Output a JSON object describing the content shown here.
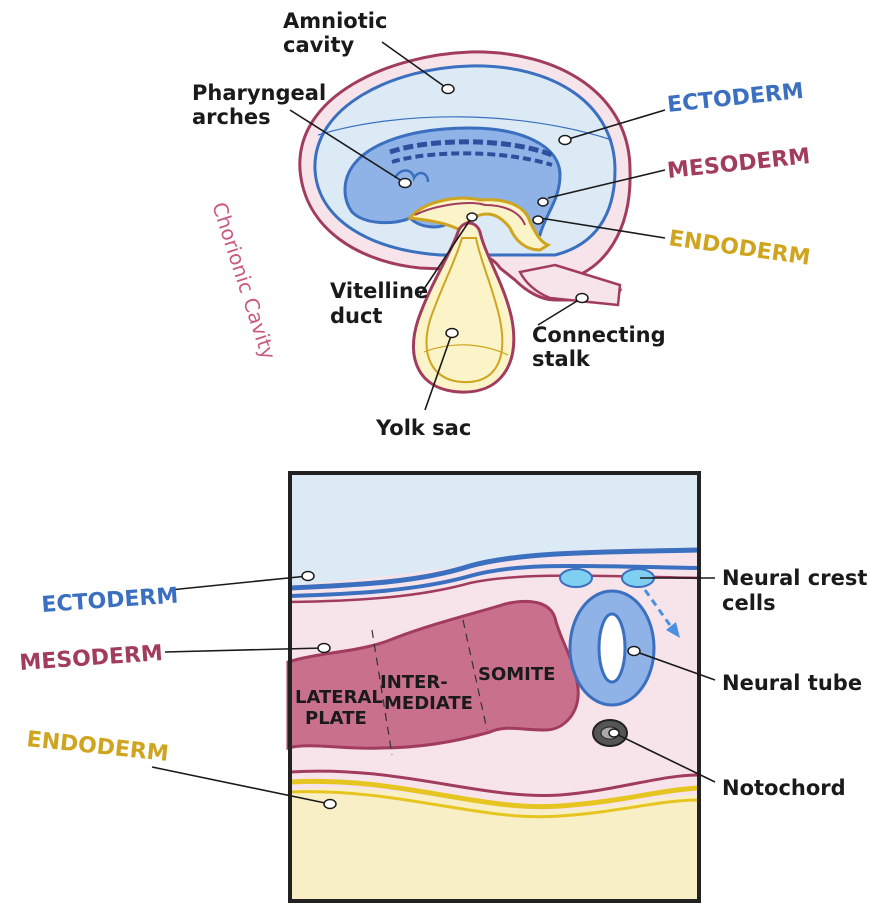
{
  "top": {
    "labels": {
      "amniotic_cavity": [
        "Amniotic",
        "cavity"
      ],
      "pharyngeal_arches": [
        "Pharyngeal",
        "arches"
      ],
      "ectoderm": "ECTODERM",
      "mesoderm": "MESODERM",
      "endoderm": "ENDODERM",
      "chorionic_cavity": "Chorionic Cavity",
      "vitelline_duct": [
        "Vitelline",
        "duct"
      ],
      "connecting_stalk": [
        "Connecting",
        "stalk"
      ],
      "yolk_sac": "Yolk sac"
    }
  },
  "bottom": {
    "labels": {
      "ectoderm": "ECTODERM",
      "mesoderm": "MESODERM",
      "endoderm": "ENDODERM",
      "neural_crest_cells": [
        "Neural crest",
        "cells"
      ],
      "neural_tube": "Neural tube",
      "notochord": "Notochord",
      "lateral_plate": [
        "LATERAL",
        "PLATE"
      ],
      "intermediate": [
        "INTER-",
        "MEDIATE"
      ],
      "somite": "SOMITE"
    }
  },
  "colors": {
    "ectoderm": "#3b6fbf",
    "mesoderm": "#a23c5e",
    "endoderm": "#cfa51f",
    "amnion_fill": "#dbeaf5",
    "mesoderm_fill": "#c9708c",
    "yolk_fill": "#fbf4c8",
    "pink_bg": "#f6e4ea"
  }
}
